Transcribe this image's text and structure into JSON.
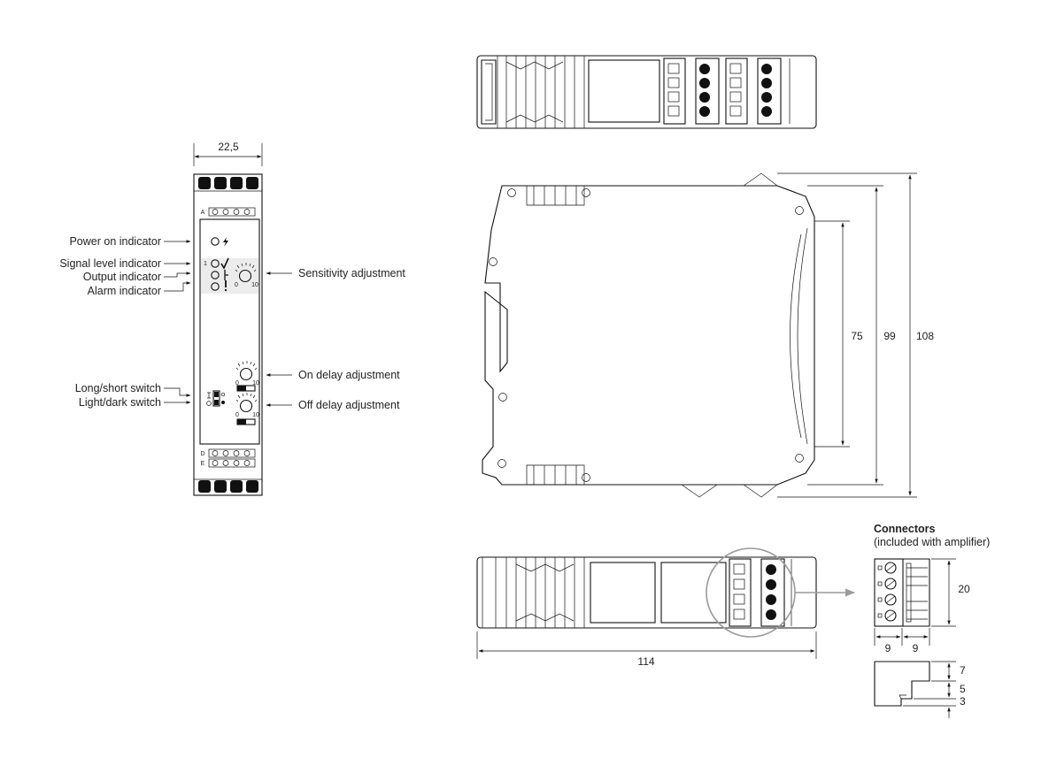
{
  "front_view": {
    "width_dim": "22,5",
    "row_letters": [
      "A",
      "D",
      "E"
    ],
    "channel_number": "1",
    "knob_scale": {
      "min": "0",
      "max": "10"
    },
    "labels_left": {
      "power_on": "Power on indicator",
      "signal_level": "Signal level indicator",
      "output": "Output indicator",
      "alarm": "Alarm indicator",
      "long_short": "Long/short switch",
      "light_dark": "Light/dark switch"
    },
    "labels_right": {
      "sensitivity": "Sensitivity adjustment",
      "on_delay": "On delay adjustment",
      "off_delay": "Off delay adjustment"
    }
  },
  "side_view": {
    "dims": {
      "inner": "75",
      "middle": "99",
      "outer": "108"
    }
  },
  "bottom_view": {
    "length_dim": "114"
  },
  "connectors": {
    "title": "Connectors",
    "subtitle": "(included with amplifier)",
    "dims": {
      "height": "20",
      "pitch_a": "9",
      "pitch_b": "9",
      "side_top": "7",
      "side_mid": "5",
      "side_bottom": "3"
    }
  },
  "colors": {
    "line": "#111111",
    "callout": "#9a9a9a",
    "background": "#ffffff"
  }
}
